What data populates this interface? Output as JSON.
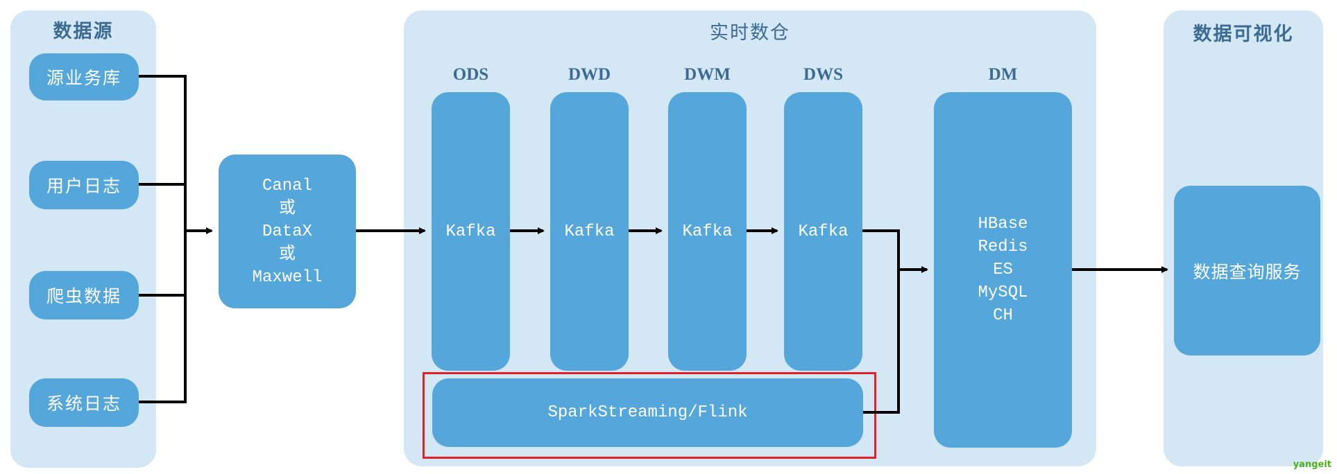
{
  "colors": {
    "panel_bg": "#d3e8f4",
    "box_bg": "#55a6db",
    "box_text": "#ffffff",
    "title_text": "#3d6a92",
    "connector": "#000000",
    "highlight": "#e31e24",
    "watermark": "#4caf1a"
  },
  "sources": {
    "title": "数据源",
    "items": [
      {
        "label": "源业务库"
      },
      {
        "label": "用户日志"
      },
      {
        "label": "爬虫数据"
      },
      {
        "label": "系统日志"
      }
    ]
  },
  "ingest": {
    "lines": [
      "Canal",
      "或",
      "DataX",
      "或",
      "Maxwell"
    ]
  },
  "warehouse": {
    "title": "实时数仓",
    "layers": [
      {
        "name": "ODS",
        "store": "Kafka"
      },
      {
        "name": "DWD",
        "store": "Kafka"
      },
      {
        "name": "DWM",
        "store": "Kafka"
      },
      {
        "name": "DWS",
        "store": "Kafka"
      }
    ],
    "dm": {
      "name": "DM",
      "stores": [
        "HBase",
        "Redis",
        "ES",
        "MySQL",
        "CH"
      ]
    },
    "compute": {
      "label": "SparkStreaming/Flink",
      "highlighted": true
    }
  },
  "visualization": {
    "title": "数据可视化",
    "service": "数据查询服务"
  },
  "watermark": "yangeit"
}
